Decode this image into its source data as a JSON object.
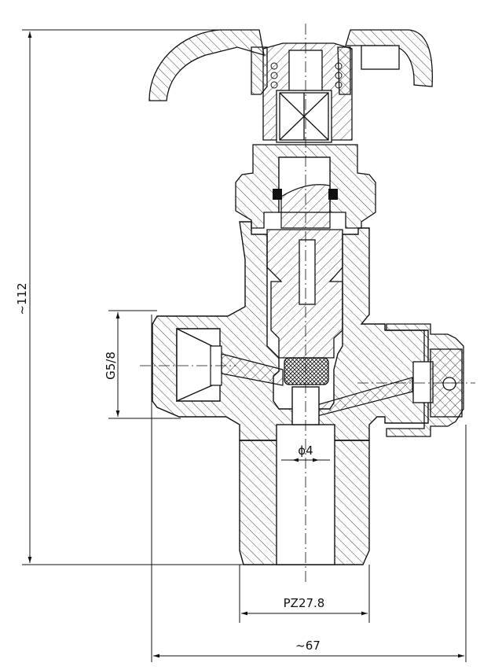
{
  "drawing": {
    "line_color": "#111111",
    "hatch_color": "#111111",
    "background": "#ffffff"
  },
  "dimensions": {
    "height_label": "~112",
    "thread_label": "G5/8",
    "bore_label": "ϕ4",
    "base_thread_label": "PZ27.8",
    "width_label": "~67"
  }
}
